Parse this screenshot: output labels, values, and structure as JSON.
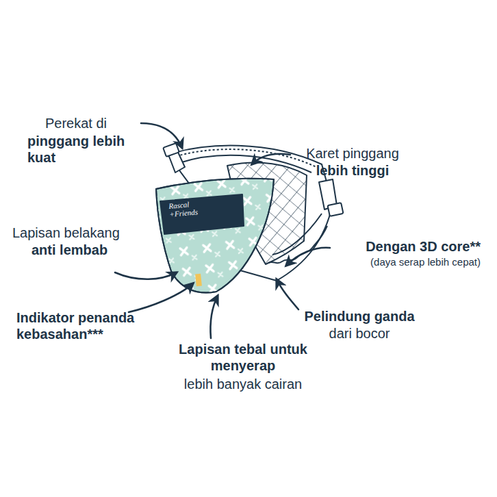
{
  "diagram": {
    "labels": [
      "Perekat di",
      "pinggang lebih kuat",
      "Karet pinggang",
      "lebih tinggi",
      "Lapisan belakang",
      "anti lembab",
      "Dengan 3D core**",
      "(daya serap lebih cepat)",
      "Indikator penanda kebasahan***",
      "Pelindung ganda",
      "dari bocor",
      "Lapisan tebal untuk menyerap",
      "lebih banyak cairan",
      "Rascal +Friends"
    ]
  }
}
